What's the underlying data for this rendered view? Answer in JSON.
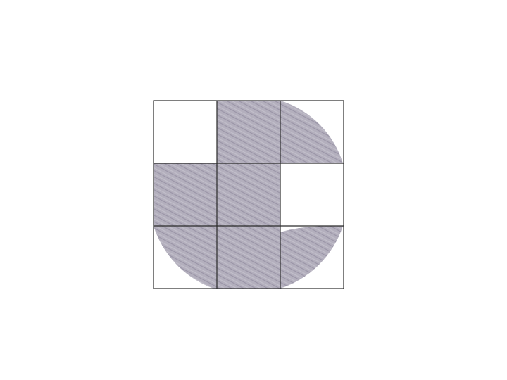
{
  "figure": {
    "style": "pencil-shaded grid puzzle",
    "grid": {
      "rows": 3,
      "cols": 3
    },
    "colors": {
      "background": "#ffffff",
      "shade": "#aeaab8",
      "shade_dark": "#8f8a9c",
      "line": "#2a2a2a"
    },
    "cells": [
      {
        "row": 0,
        "col": 0,
        "fill": "empty"
      },
      {
        "row": 0,
        "col": 1,
        "fill": "full"
      },
      {
        "row": 0,
        "col": 2,
        "fill": "quarter-circle-top-left"
      },
      {
        "row": 1,
        "col": 0,
        "fill": "full-with-arc-notch-top-right"
      },
      {
        "row": 1,
        "col": 1,
        "fill": "full"
      },
      {
        "row": 1,
        "col": 2,
        "fill": "empty"
      },
      {
        "row": 2,
        "col": 0,
        "fill": "quarter-circle-bottom-right"
      },
      {
        "row": 2,
        "col": 1,
        "fill": "full"
      },
      {
        "row": 2,
        "col": 2,
        "fill": "half-circle-top"
      }
    ]
  }
}
